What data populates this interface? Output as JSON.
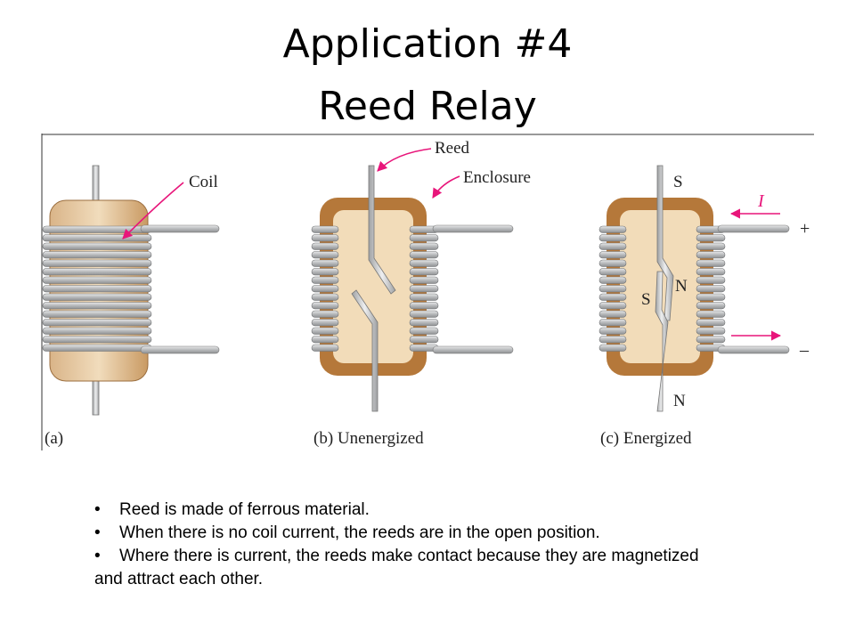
{
  "title": {
    "line1": "Application #4",
    "line2": "Reed Relay"
  },
  "figure": {
    "labels": {
      "coil": "Coil",
      "reed": "Reed",
      "enclosure": "Enclosure",
      "current": "I",
      "plus": "+",
      "minus": "–",
      "pole_s_top": "S",
      "pole_n_bottom": "N",
      "pole_s_mid": "S",
      "pole_n_mid": "N"
    },
    "captions": {
      "a": "(a)",
      "b": "(b) Unenergized",
      "c": "(c) Energized"
    },
    "colors": {
      "enclosure": "#b5783a",
      "enclosure_inner": "#f2dcb9",
      "coil_wire": "#a8aaaa",
      "reed": "#c8cacc",
      "arrow": "#e8157a"
    }
  },
  "bullets": [
    {
      "marker": "•",
      "text": "Reed is made of ferrous material."
    },
    {
      "marker": "•",
      "text": "When there is no coil current, the reeds are in the open position."
    },
    {
      "marker": "•",
      "text": "Where there is current, the reeds make contact because they are magnetized"
    }
  ],
  "bullet_continuation": "and attract each other."
}
